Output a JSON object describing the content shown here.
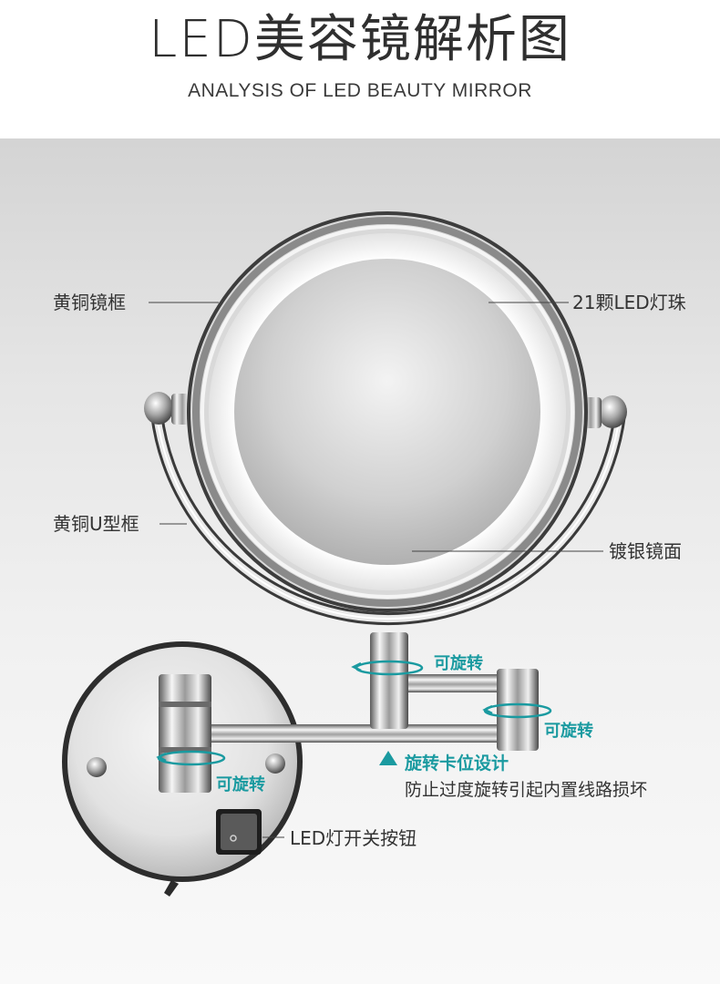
{
  "header": {
    "title": "LED美容镜解析图",
    "subtitle": "ANALYSIS OF LED BEAUTY MIRROR"
  },
  "callouts": {
    "brass_frame": "黄铜镜框",
    "led_beads": "21颗LED灯珠",
    "brass_u_frame": "黄铜U型框",
    "silver_mirror": "镀银镜面",
    "switch_button": "LED灯开关按钮"
  },
  "rotation": {
    "top": "可旋转",
    "right": "可旋转",
    "left": "可旋转"
  },
  "design_note": {
    "title": "旋转卡位设计",
    "text": "防止过度旋转引起内置线路损坏"
  },
  "colors": {
    "accent": "#1a9aa0",
    "text": "#333333",
    "chrome_dark": "#3a3a3a",
    "chrome_light": "#f4f4f4"
  }
}
